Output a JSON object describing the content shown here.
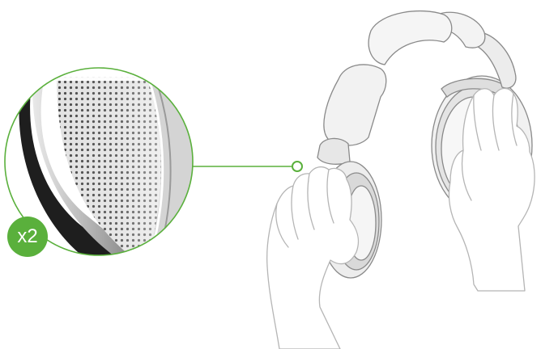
{
  "callout": {
    "count_badge": "x2"
  },
  "colors": {
    "accent_green": "#5ab03c",
    "line_gray": "#bdbdbd",
    "fill_light": "#f3f3f3",
    "mesh_dark": "#4a4a4a"
  },
  "icons": {
    "zoom_detail": "speaker-mesh-detail",
    "product": "headphones",
    "hands": "hands-holding-earcups"
  }
}
